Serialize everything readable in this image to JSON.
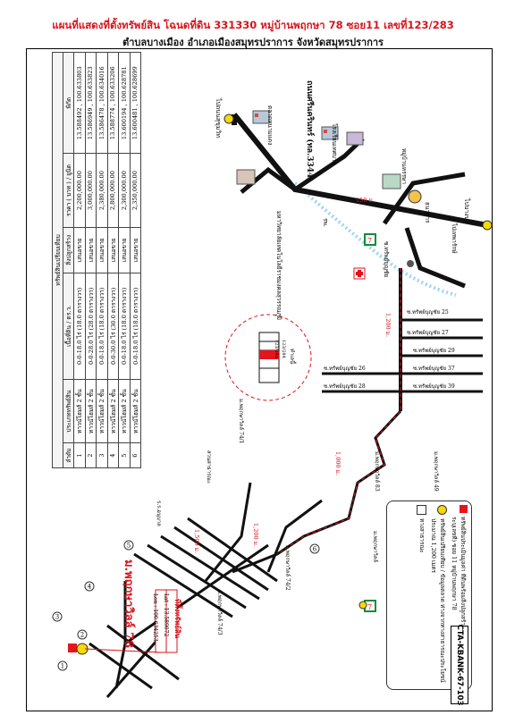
{
  "header": {
    "title": "แผนที่แสดงที่ตั้งทรัพย์สิน โฉนดที่ดิน 331330 หมู่บ้านพฤกษา 78 ซอย11 เลขที่123/283",
    "subtitle": "ตำบลบางเมือง อำเภอเมืองสมุทรปราการ จังหวัดสมุทรปราการ"
  },
  "table": {
    "group_header": "ทรัพย์สินเปรียบเทียบ",
    "columns": [
      "ลำดับ",
      "ประเภททรัพย์สิน",
      "เนื้อที่ดิน / ตร.ว.",
      "สิ่งปลูกสร้าง",
      "ราคา ( บาท ) / ยูนิต",
      "พิกัด"
    ],
    "rows": [
      [
        "1",
        "ทาวน์โฮมส์ 2 ชั้น",
        "0-0-18.0 ไร่ (18.0 ตารางวา)",
        "เสนอขาย",
        "2,200,000.00",
        "13.588492 , 100.633803"
      ],
      [
        "2",
        "ทาวน์โฮมส์ 2 ชั้น",
        "0-0-28.0 ไร่ (28.0 ตารางวา)",
        "เสนอขาย",
        "3,000,000.00",
        "13.586949 , 100.633823"
      ],
      [
        "3",
        "ทาวน์โฮมส์ 2 ชั้น",
        "0-0-18.0 ไร่ (18.0 ตารางวา)",
        "เสนอขาย",
        "2,380,000.00",
        "13.586478 , 100.634016"
      ],
      [
        "4",
        "ทาวน์โฮมส์ 2 ชั้น",
        "0-0-30.0 ไร่ (30.0 ตารางวา)",
        "เสนอขาย",
        "2,800,000.00",
        "13.588774 , 100.633206"
      ],
      [
        "5",
        "ทาวน์โฮมส์ 2 ชั้น",
        "0-0-18.0 ไร่ (18.0 ตารางวา)",
        "เสนอขาย",
        "2,300,000.00",
        "13.600194 , 100.628781"
      ],
      [
        "6",
        "ทาวน์โฮมส์ 2 ชั้น",
        "0-0-18.0 ไร่ (18.0 ตารางวา)",
        "เสนอขาย",
        "2,350,000.00",
        "13.600481 , 100.628699"
      ]
    ]
  },
  "map": {
    "main_road": "ถนนศรีนครินทร์ (ทล.3344)",
    "labels": {
      "bangna": "ไปบางนา",
      "sukhumvit": "ไปถนนสุขุมวิท",
      "market": "ตลาดหนามแดง",
      "village_mansion": "หมู่บ้านหรรษา",
      "school": "โรงเรียนเทศบาล",
      "bank": "ธนาคาร",
      "soi_sap": "ซ.ทรัพย์บุญชัย",
      "university": "มหาวิทยาลัยเทคโนโลยีราชมงคลสุวรรณภูมิ",
      "hospital": "รพ.",
      "tel": "ไปเทพารักษ์",
      "soi_25": "ซ.ทรัพย์บุญชัย 25",
      "soi_27": "ซ.ทรัพย์บุญชัย 27",
      "soi_29": "ซ.ทรัพย์บุญชัย 29",
      "soi_37": "ซ.ทรัพย์บุญชัย 37",
      "soi_39": "ซ.ทรัพย์บุญชัย 39",
      "soi_26": "ซ.ทรัพย์บุญชัย 26",
      "soi_28": "ซ.ทรัพย์บุญชัย 28",
      "pruksa_74": "ม.พฤกษาวิลล์ 74/1",
      "pruksa_83": "ม.พฤกษาวิลล์ 83",
      "pruksa_49": "ม.พฤกษาวิลล์ 49",
      "pruksa_74_2": "ม.พฤกษาวิลล์ 74/2",
      "pruksa_74_3": "ม.พฤกษาวิลล์ 74/3",
      "park": "สวนสาธารณะ",
      "satit": "ม.พฤกษาวิลล์",
      "school2": "ร.ร.อนุบาล",
      "village_big": "ม.พฤกษาวิลล์ 78",
      "subject": "ที่ตั้งทรัพย์สิน",
      "lat": "Lat : 13.589072",
      "lon": "Lon : 100.634253"
    },
    "distances": {
      "d1": "150 ม.",
      "d2": "1,200 ม.",
      "d3": "1,000 ม.",
      "d4": "1,200 ม.",
      "d5": "1,500 ม."
    },
    "inset": {
      "title": "ทำเลนี้",
      "lot1": "123/284",
      "lot2": "123/282"
    },
    "markers": [
      "1",
      "2",
      "3",
      "4",
      "5",
      "6"
    ]
  },
  "legend": {
    "items": [
      {
        "color": "#e4161c",
        "text": "ทรัพย์สินประเมินมูลค่า ที่ดินพร้อมสิ่งปลูกสร้าง เลขที่ 123/283 (ไม่ระบุเลขที่) ซอย 11 หมู่บ้านพฤกษา 78"
      },
      {
        "color": "#f5d90a",
        "text": "ทรัพย์สินเปรียบเทียบ / ข้อมูลตลาด ห่างจากทางสาธารณะประโยชน์ ประมาณ 1,200 เมตร"
      },
      {
        "color": "#ffffff",
        "text": "ทางสาธารณะ"
      }
    ]
  },
  "code": "CTA-KBANK-67-103",
  "colors": {
    "accent": "#d8141c",
    "road": "#111111",
    "river": "#9fd3f4"
  }
}
